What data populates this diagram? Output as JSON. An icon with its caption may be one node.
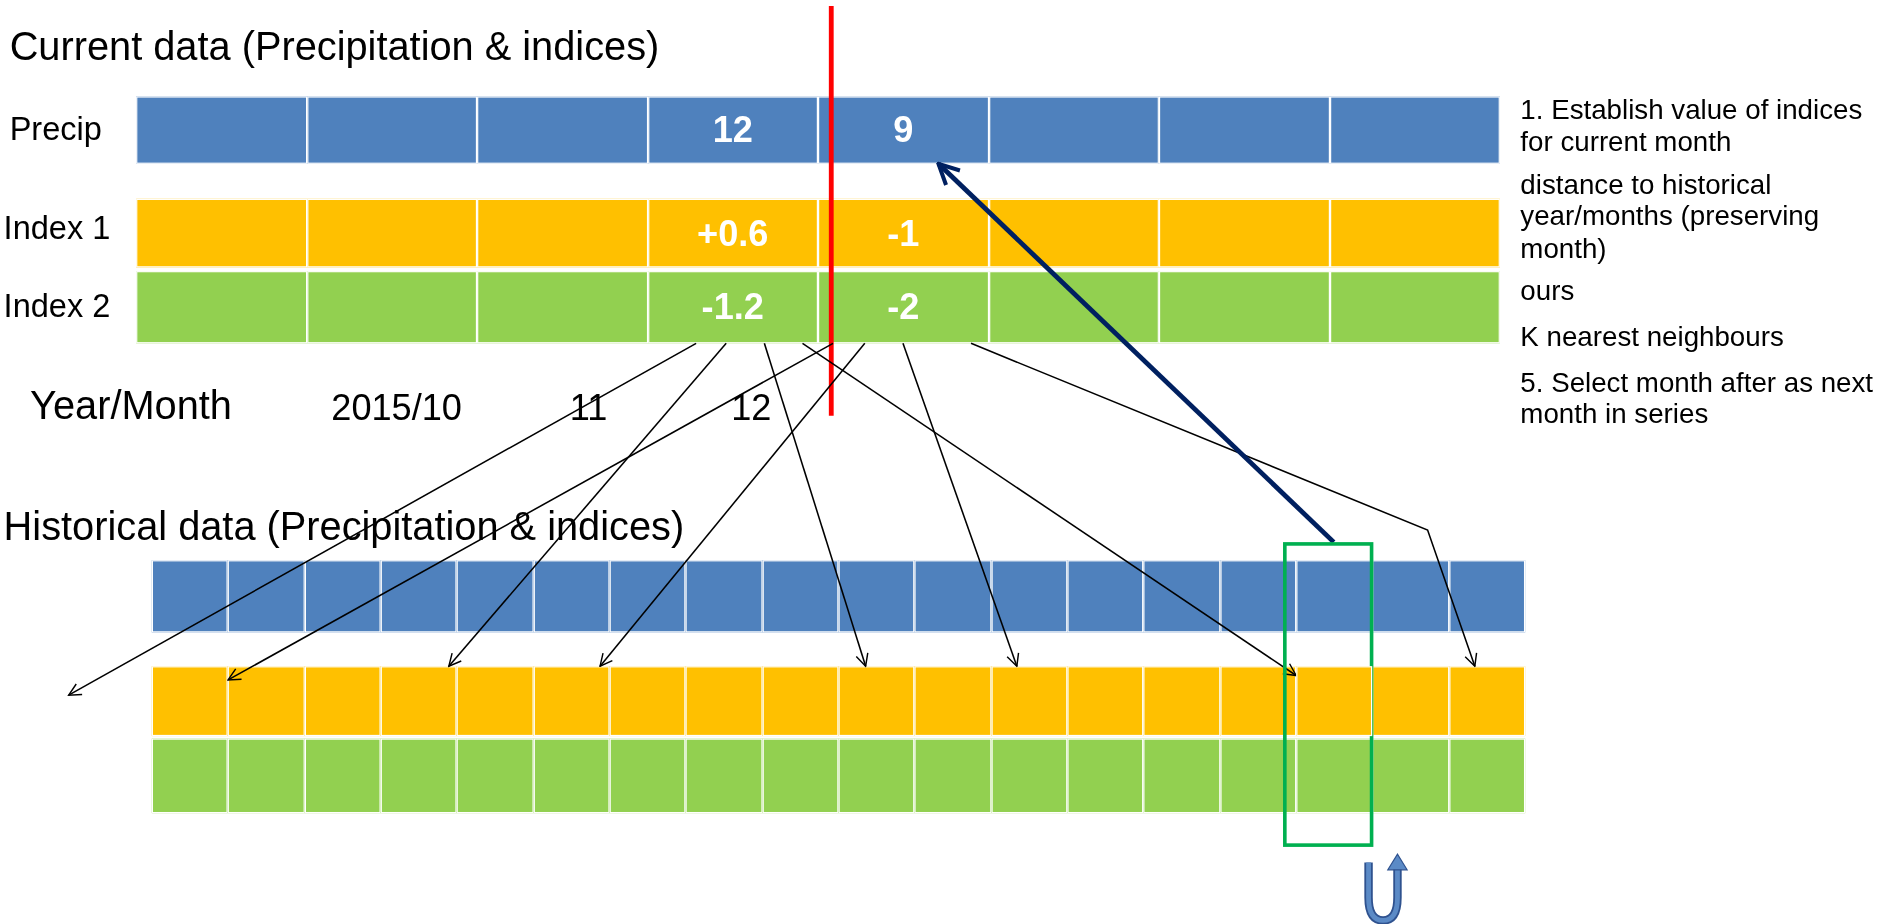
{
  "diagram": {
    "nodes": [
      {
        "text": [
          "12"
        ]
      },
      {
        "text": [
          "9"
        ]
      },
      {
        "text": [
          "+0.6"
        ]
      },
      {
        "text": [
          "-1"
        ]
      },
      {
        "text": [
          "-1.2"
        ]
      },
      {
        "text": [
          "-2"
        ]
      },
      {
        "text": [],
        "shape": "box"
      },
      {
        "text": [],
        "shape": "box"
      },
      {
        "text": [],
        "shape": "box"
      },
      {
        "text": [],
        "shape": "box"
      },
      {
        "text": [],
        "shape": "box"
      },
      {
        "text": [],
        "shape": "box"
      },
      {
        "text": [],
        "shape": "box",
        "in": 6
      },
      {
        "text": [],
        "shape": "box"
      }
    ],
    "edges": [
      {
        "from": 4,
        "to": null,
        "arrow": "to"
      },
      {
        "from": 4,
        "to": 8,
        "arrow": "to"
      },
      {
        "from": 4,
        "to": 10,
        "arrow": "to"
      },
      {
        "from": 4,
        "to": 12,
        "arrow": "to"
      },
      {
        "from": 5,
        "to": 7,
        "arrow": "to"
      },
      {
        "from": 5,
        "to": 9,
        "arrow": "to"
      },
      {
        "from": 5,
        "to": 11,
        "arrow": "to"
      },
      {
        "from": 5,
        "to": 13,
        "arrow": "to"
      },
      {
        "from": 6,
        "to": 1,
        "arrow": "to",
        "style": "thick",
        "color": "#002060"
      }
    ],
    "labels": [
      "Current data (Precipitation & indices)",
      "Precip",
      "Index 1",
      "Index 2",
      "Year/Month",
      "2015/10",
      "11",
      "12",
      "Historical data (Precipitation & indices)",
      "1. Establish value of indices for current month",
      "distance to historical year/months (preserving month)",
      "ours",
      "K nearest neighbours",
      "5. Select month after as next month in series"
    ]
  }
}
